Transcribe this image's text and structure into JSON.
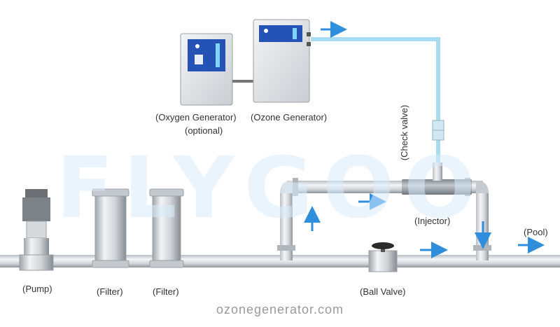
{
  "watermark": "FLYGOO",
  "labels": {
    "oxygen_generator": "(Oxygen Generator)",
    "optional": "(optional)",
    "ozone_generator": "(Ozone Generator)",
    "check_valve": "(Check valve)",
    "injector": "(Injector)",
    "pool": "(Pool)",
    "pump": "(Pump)",
    "filter_1": "(Filter)",
    "filter_2": "(Filter)",
    "ball_valve": "(Ball Valve)"
  },
  "footer": "ozonegenerator.com",
  "colors": {
    "pipe_light": "#e6e8ea",
    "pipe_dark": "#9aa0a6",
    "ozone_line": "#a9dcf0",
    "arrow": "#2f8fdc",
    "panel": "#2452b5",
    "valve_handle": "#2b2b2b"
  }
}
